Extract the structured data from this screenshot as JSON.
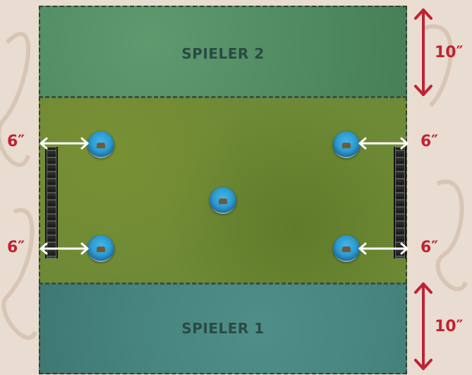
{
  "zones": {
    "top_label": "SPIELER 2",
    "bottom_label": "SPIELER 1"
  },
  "measurements": {
    "deploy_top": "10″",
    "deploy_bottom": "10″",
    "left_upper": "6″",
    "left_lower": "6″",
    "right_upper": "6″",
    "right_lower": "6″"
  },
  "colors": {
    "measure_red": "#bf2333",
    "arrow_white": "#ffffff",
    "player2_zone": "#4f8a60",
    "center_field": "#6f8a36",
    "player1_zone": "#46837d"
  },
  "icons": [
    "objective-token-icon",
    "wall-terrain-icon",
    "double-arrow-icon"
  ]
}
